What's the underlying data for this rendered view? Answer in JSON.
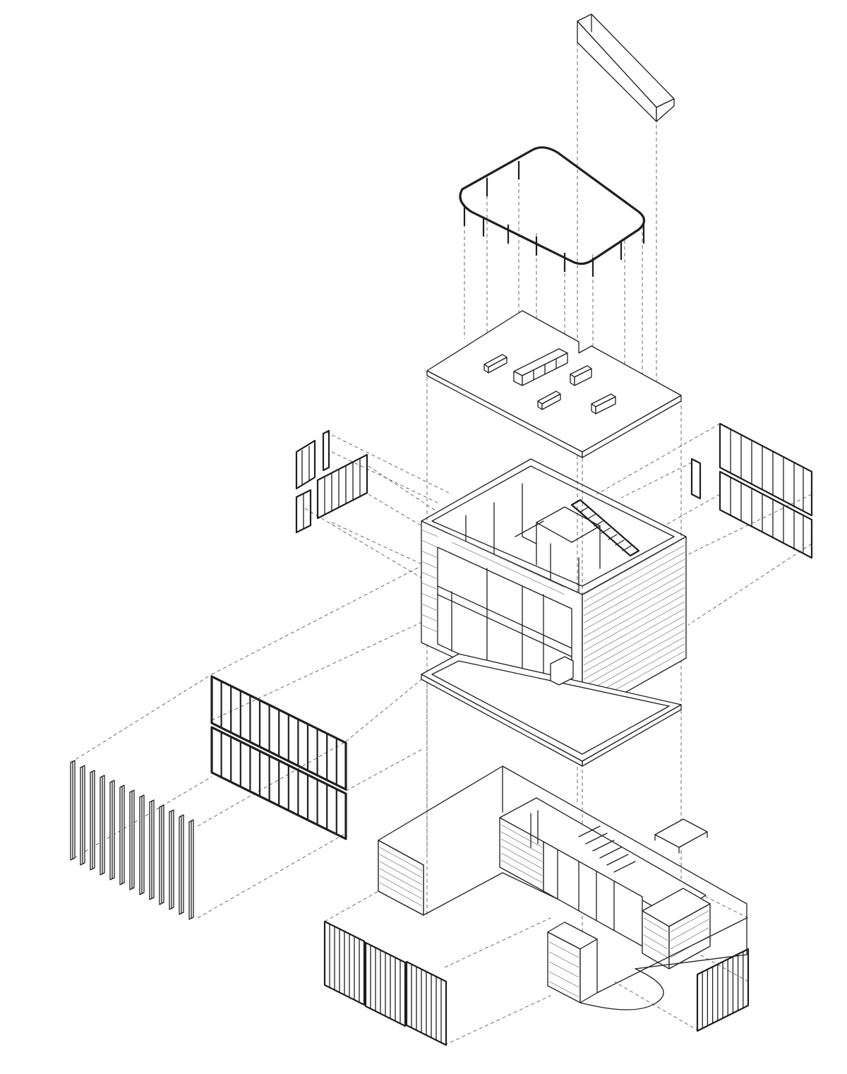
{
  "diagram": {
    "type": "exploded-axonometric",
    "subject": "house",
    "colors": {
      "line": "#1e1e1e",
      "guide": "#6a6a6a",
      "background": "#ffffff"
    },
    "layers": [
      "roof-chimney",
      "ring-railing",
      "roof-slab",
      "side-window-frames",
      "upper-storey-volume",
      "first-floor-slab",
      "front-window-grid",
      "vertical-fins",
      "ground-floor-plan",
      "garage-gates"
    ]
  }
}
